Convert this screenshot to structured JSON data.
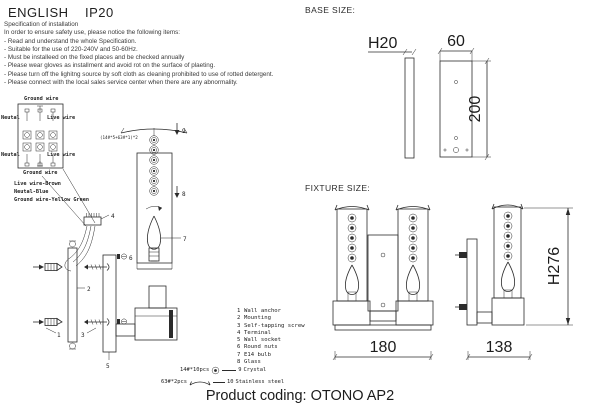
{
  "header": {
    "language": "ENGLISH",
    "ip_rating": "IP20",
    "base_size_label": "BASE SIZE:",
    "fixture_size_label": "FIXTURE SIZE:",
    "product_coding": "Product coding: OTONO AP2"
  },
  "spec": {
    "title": "Specification of installation",
    "intro": "In order to ensure safety use, please notice the following items:",
    "items": [
      "- Read and understand the whole Specification.",
      "- Suitable for the use of 220-240V and 50-60Hz.",
      "- Must be installeed on the fixed places and be checked annually",
      "- Please wear gloves as installment and avoid rot on the surface of plaeting.",
      "- Please turn off the lighitng source by soft cloth as cleaning prohibited to use of rotted detergent.",
      "- Please connect with the local sales service center when there are any abnormality."
    ]
  },
  "wiring": {
    "ground_wire_top": "Ground wire",
    "neutral_top": "Neutal",
    "live_top": "Live wire",
    "neutral_bottom": "Neutal",
    "live_bottom": "Live wire",
    "ground_wire_bottom": "Ground wire",
    "legend": [
      "Live wire-Brown",
      "Neutal-Blue",
      "Ground wire-Yellow Green"
    ]
  },
  "exploded": {
    "crystal_spec": "(14#*5+63#*1)*2",
    "callouts": {
      "wall_anchor": "1",
      "mounting": "2",
      "self_tapping_screw": "3",
      "terminal": "4",
      "wall_socket": "5",
      "round_nuts": "6",
      "e14_bulb": "7",
      "glass": "8",
      "crystal": "9"
    }
  },
  "base_size": {
    "depth": "H20",
    "width": "60",
    "height": "200"
  },
  "fixture_size": {
    "front_width": "180",
    "side_depth": "138",
    "height": "H276"
  },
  "parts": {
    "items": [
      {
        "num": "1",
        "name": "Wall anchor"
      },
      {
        "num": "2",
        "name": "Mounting"
      },
      {
        "num": "3",
        "name": "Self-tapping screw"
      },
      {
        "num": "4",
        "name": "Terminal"
      },
      {
        "num": "5",
        "name": "Wall socket"
      },
      {
        "num": "6",
        "name": "Round nuts"
      },
      {
        "num": "7",
        "name": "E14 bulb"
      },
      {
        "num": "8",
        "name": "Glass"
      }
    ],
    "item9": {
      "qty": "14#*10pcs",
      "num": "9",
      "name": "Crystal"
    },
    "item10": {
      "qty": "63#*2pcs",
      "num": "10",
      "name": "Stainless steel"
    }
  },
  "colors": {
    "line": "#2b2b2b",
    "background": "#ffffff"
  }
}
